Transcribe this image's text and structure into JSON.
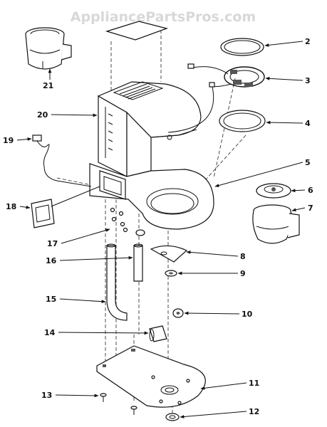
{
  "watermark": "AppliancePartsPros.com",
  "callouts": [
    {
      "id": "2",
      "label": "2"
    },
    {
      "id": "3",
      "label": "3"
    },
    {
      "id": "4",
      "label": "4"
    },
    {
      "id": "5",
      "label": "5"
    },
    {
      "id": "6",
      "label": "6"
    },
    {
      "id": "7",
      "label": "7"
    },
    {
      "id": "8",
      "label": "8"
    },
    {
      "id": "9",
      "label": "9"
    },
    {
      "id": "10",
      "label": "10"
    },
    {
      "id": "11",
      "label": "11"
    },
    {
      "id": "12",
      "label": "12"
    },
    {
      "id": "13",
      "label": "13"
    },
    {
      "id": "14",
      "label": "14"
    },
    {
      "id": "15",
      "label": "15"
    },
    {
      "id": "16",
      "label": "16"
    },
    {
      "id": "17",
      "label": "17"
    },
    {
      "id": "18",
      "label": "18"
    },
    {
      "id": "19",
      "label": "19"
    },
    {
      "id": "20",
      "label": "20"
    },
    {
      "id": "21",
      "label": "21"
    }
  ]
}
